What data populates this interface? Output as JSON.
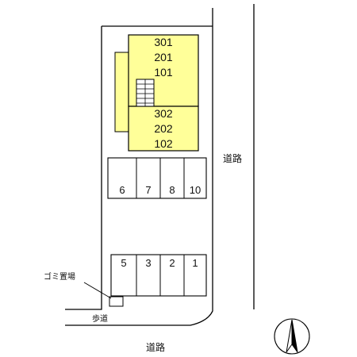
{
  "building": {
    "upper_block_units": [
      "301",
      "201",
      "101"
    ],
    "lower_block_units": [
      "302",
      "202",
      "102"
    ],
    "fill_color": "#ffff99"
  },
  "parking": {
    "top_row": [
      "6",
      "7",
      "8",
      "10"
    ],
    "bottom_row": [
      "5",
      "3",
      "2",
      "1"
    ]
  },
  "labels": {
    "road_east": "道路",
    "road_south": "道路",
    "sidewalk": "歩道",
    "garbage": "ゴミ置場"
  },
  "compass": {
    "icon": "north-arrow-icon"
  }
}
